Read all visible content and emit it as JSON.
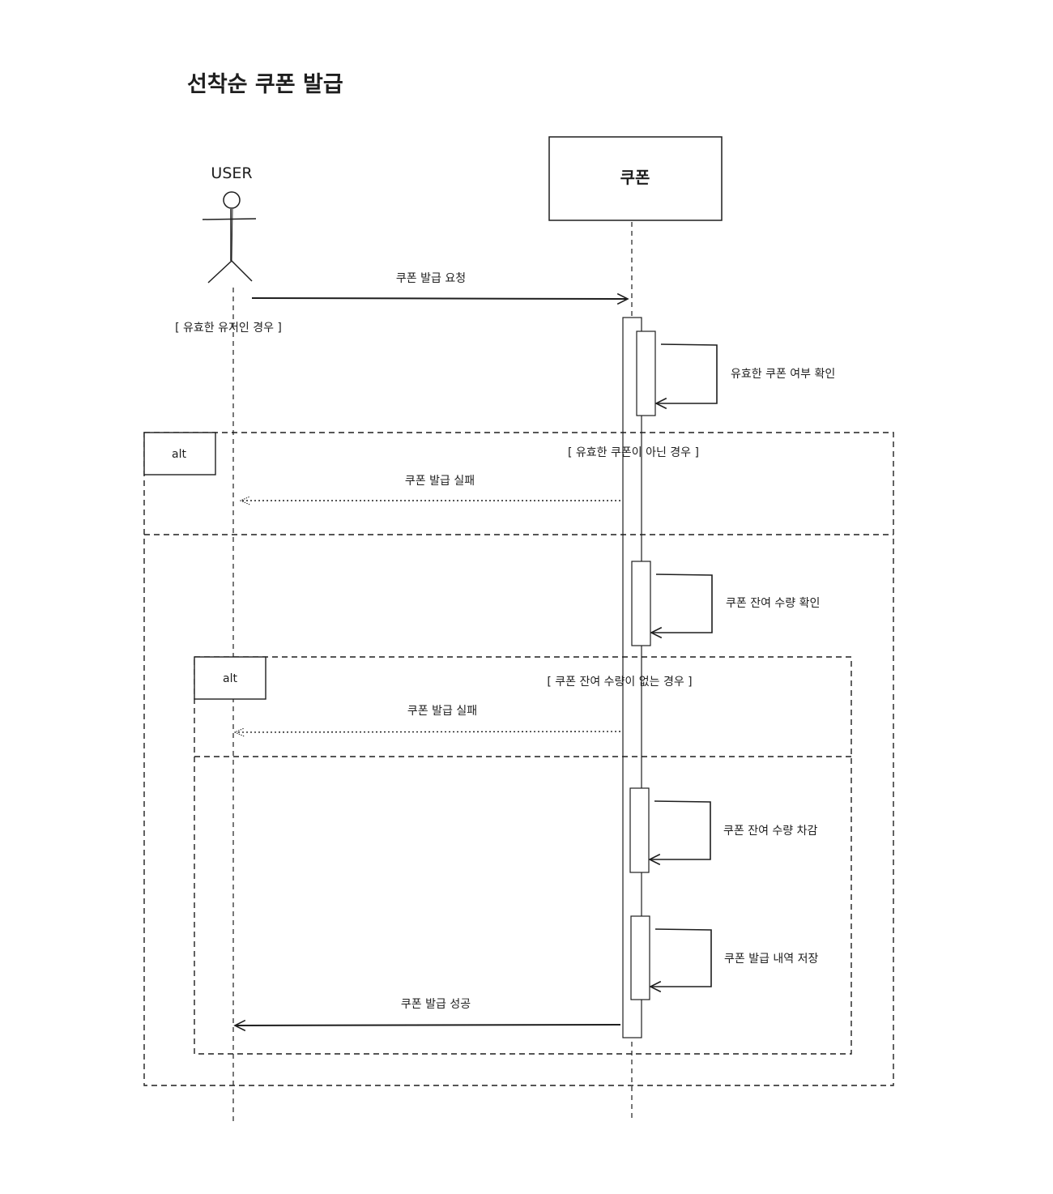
{
  "title": "선착순 쿠폰 발급",
  "actors": {
    "user": "USER",
    "coupon": "쿠폰"
  },
  "messages": {
    "request": "쿠폰 발급 요청",
    "check_coupon": "유효한 쿠폰 여부 확인",
    "fail_invalid": "쿠폰 발급 실패",
    "check_stock": "쿠폰 잔여 수량 확인",
    "fail_stock": "쿠폰 발급 실패",
    "decrement": "쿠폰 잔여 수량 차감",
    "save_history": "쿠폰 발급 내역 저장",
    "success": "쿠폰 발급 성공"
  },
  "guards": {
    "valid_user": "[ 유효한 유저인 경우 ]",
    "invalid_coupon": "[ 유효한 쿠폰이 아닌 경우 ]",
    "no_stock": "[ 쿠폰 잔여 수량이 없는 경우 ]"
  },
  "fragments": {
    "outer": "alt",
    "inner": "alt"
  }
}
